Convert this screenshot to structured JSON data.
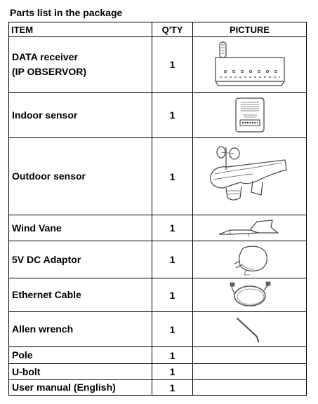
{
  "title": "Parts list in the package",
  "columns": {
    "item": "ITEM",
    "qty": "Q'TY",
    "picture": "PICTURE"
  },
  "rows": [
    {
      "item_line1": "DATA receiver",
      "item_line2": "(IP OBSERVOR)",
      "qty": "1",
      "picture_icon": "data-receiver-drawing"
    },
    {
      "item_line1": "Indoor sensor",
      "qty": "1",
      "picture_icon": "indoor-sensor-drawing"
    },
    {
      "item_line1": "Outdoor sensor",
      "qty": "1",
      "picture_icon": "outdoor-sensor-drawing"
    },
    {
      "item_line1": "Wind Vane",
      "qty": "1",
      "picture_icon": "wind-vane-drawing"
    },
    {
      "item_line1": "5V DC Adaptor",
      "qty": "1",
      "picture_icon": "adaptor-drawing"
    },
    {
      "item_line1": "Ethernet Cable",
      "qty": "1",
      "picture_icon": "ethernet-cable-drawing"
    },
    {
      "item_line1": "Allen wrench",
      "qty": "1",
      "picture_icon": "allen-wrench-drawing"
    },
    {
      "item_line1": "Pole",
      "qty": "1",
      "picture_icon": ""
    },
    {
      "item_line1": "U-bolt",
      "qty": "1",
      "picture_icon": ""
    },
    {
      "item_line1": "User manual (English)",
      "qty": "1",
      "picture_icon": ""
    }
  ]
}
